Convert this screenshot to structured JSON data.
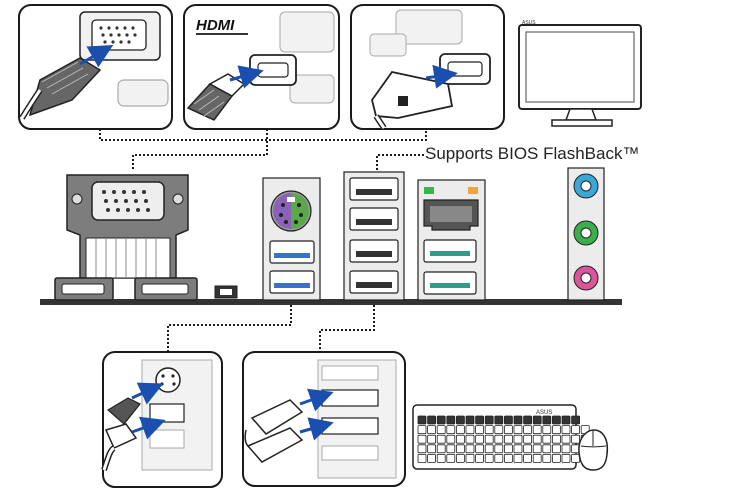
{
  "hdmi_logo": "HDMI",
  "flashback_label": "Supports BIOS FlashBack™",
  "monitor_brand": "ASUS",
  "keyboard_brand": "ASUS",
  "colors": {
    "line": "#1a1a1a",
    "panel": "#ececec",
    "usb3_blue": "#3a6fd0",
    "usb_teal": "#2f9e86",
    "ps2_green": "#5aa84a",
    "ps2_purple": "#8a63b8",
    "audio_blue": "#3aa7d6",
    "audio_green": "#3bb04a",
    "audio_pink": "#d9569b",
    "led_green": "#3db34a",
    "led_orange": "#f2a33a"
  }
}
